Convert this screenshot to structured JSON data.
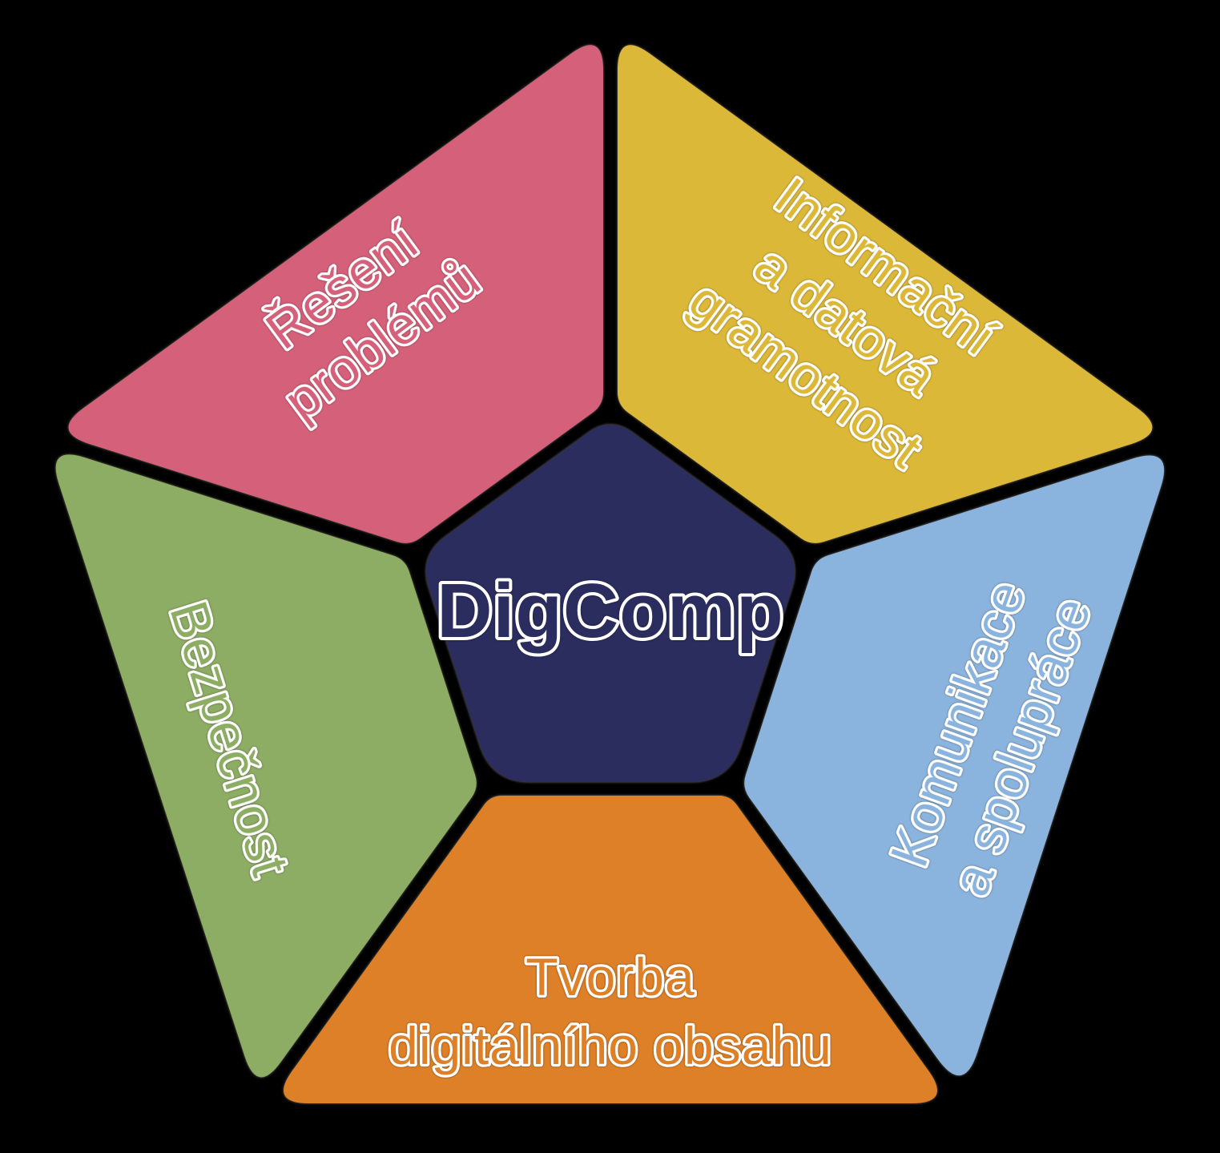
{
  "diagram_title": "DigComp",
  "background_color": "#000000",
  "center": {
    "label": "DigComp",
    "color": "#2b2d5f",
    "outline_color": "#ffffff"
  },
  "segments": [
    {
      "id": "problem-solving",
      "lines": [
        "Řešení",
        "problémů"
      ],
      "color": "#d5607a"
    },
    {
      "id": "information-data-literacy",
      "lines": [
        "Informační",
        "a datová",
        "gramotnost"
      ],
      "color": "#dcb838"
    },
    {
      "id": "communication-collaboration",
      "lines": [
        "Komunikace",
        "a spolupráce"
      ],
      "color": "#8ab4de"
    },
    {
      "id": "digital-content-creation",
      "lines": [
        "Tvorba",
        "digitálního obsahu"
      ],
      "color": "#de8027"
    },
    {
      "id": "safety",
      "lines": [
        "Bezpečnost"
      ],
      "color": "#8cad63"
    }
  ]
}
